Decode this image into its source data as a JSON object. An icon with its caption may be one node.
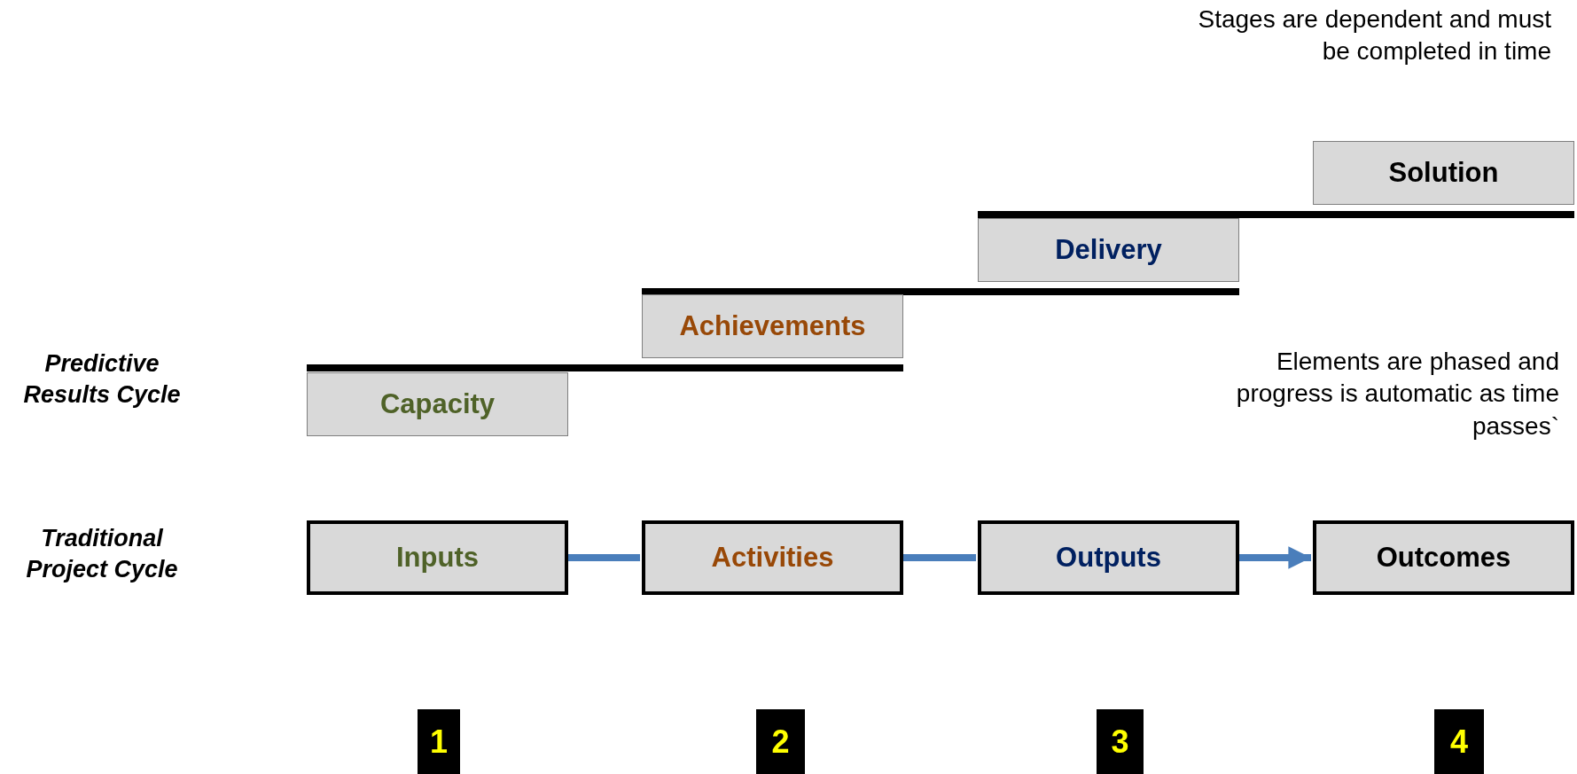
{
  "diagram": {
    "nodes": [
      {
        "text": [
          "Solution"
        ]
      },
      {
        "text": [
          "Delivery"
        ]
      },
      {
        "text": [
          "Achievements"
        ]
      },
      {
        "text": [
          "Capacity"
        ]
      },
      {
        "text": [
          "Inputs"
        ]
      },
      {
        "text": [
          "Activities"
        ]
      },
      {
        "text": [
          "Outputs"
        ]
      },
      {
        "text": [
          "Outcomes"
        ]
      },
      {
        "text": [
          "1"
        ]
      },
      {
        "text": [
          "2"
        ]
      },
      {
        "text": [
          "3"
        ]
      },
      {
        "text": [
          "4"
        ]
      }
    ],
    "edges": [
      {
        "from": 4,
        "to": 5,
        "arrow": "none"
      },
      {
        "from": 5,
        "to": 6,
        "arrow": "none"
      },
      {
        "from": 6,
        "to": 7,
        "arrow": "to"
      }
    ],
    "labels": [
      "Stages are dependent and must be completed in time",
      "Predictive Results Cycle",
      "Elements are phased and progress is automatic as time passes`",
      "Traditional Project Cycle"
    ]
  }
}
